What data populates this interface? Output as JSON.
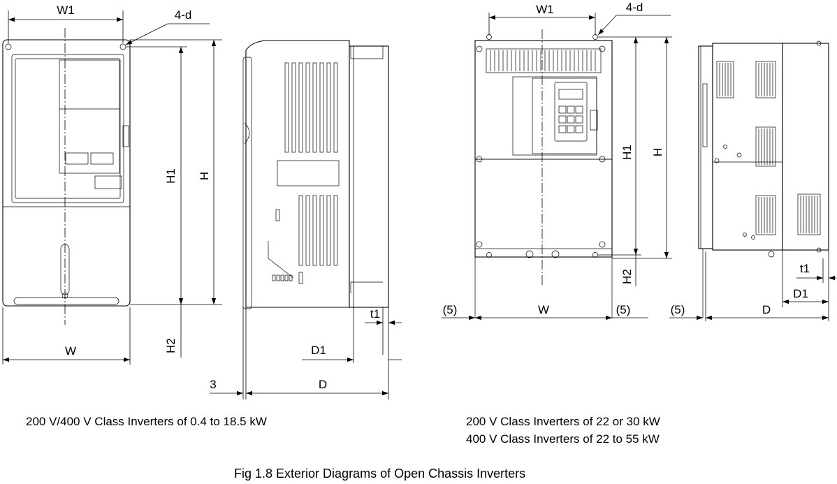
{
  "small_unit": {
    "front_labels": {
      "w1": "W1",
      "hole": "4-d",
      "h1": "H1",
      "h": "H",
      "w": "W",
      "h2": "H2"
    },
    "side_labels": {
      "t1": "t1",
      "d1": "D1",
      "gap": "3",
      "d": "D"
    },
    "caption": "200 V/400 V Class Inverters of 0.4 to 18.5 kW"
  },
  "large_unit": {
    "front_labels": {
      "w1": "W1",
      "hole": "4-d",
      "h1": "H1",
      "h": "H",
      "h2": "H2",
      "w": "W",
      "clear_left": "(5)",
      "clear_right": "(5)"
    },
    "side_labels": {
      "clear": "(5)",
      "t1": "t1",
      "d1": "D1",
      "d": "D"
    },
    "caption_lines": [
      "200 V Class Inverters of 22 or 30 kW",
      "400 V Class Inverters of 22 to 55 kW"
    ]
  },
  "figure_caption": "Fig 1.8  Exterior Diagrams of Open Chassis Inverters"
}
